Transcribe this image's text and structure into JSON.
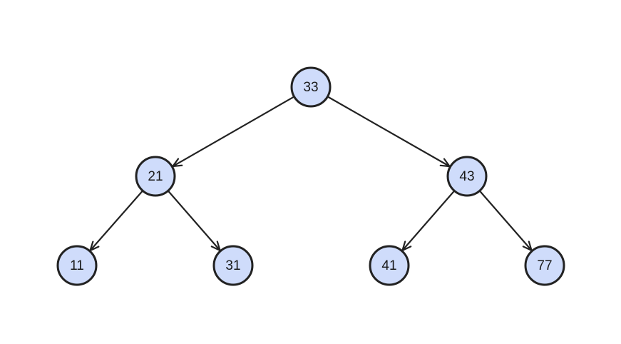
{
  "tree": {
    "colors": {
      "node_fill": "#cfdcfb",
      "node_stroke": "#222222",
      "edge": "#222222",
      "text": "#1a1a1a"
    },
    "nodes": [
      {
        "id": "n33",
        "label": "33",
        "level": 0,
        "order": 0
      },
      {
        "id": "n21",
        "label": "21",
        "level": 1,
        "order": 0
      },
      {
        "id": "n43",
        "label": "43",
        "level": 1,
        "order": 1
      },
      {
        "id": "n11",
        "label": "11",
        "level": 2,
        "order": 0
      },
      {
        "id": "n31",
        "label": "31",
        "level": 2,
        "order": 1
      },
      {
        "id": "n41",
        "label": "41",
        "level": 2,
        "order": 2
      },
      {
        "id": "n77",
        "label": "77",
        "level": 2,
        "order": 3
      }
    ],
    "edges": [
      {
        "from": "n33",
        "to": "n21"
      },
      {
        "from": "n33",
        "to": "n43"
      },
      {
        "from": "n21",
        "to": "n11"
      },
      {
        "from": "n21",
        "to": "n31"
      },
      {
        "from": "n43",
        "to": "n41"
      },
      {
        "from": "n43",
        "to": "n77"
      }
    ]
  }
}
